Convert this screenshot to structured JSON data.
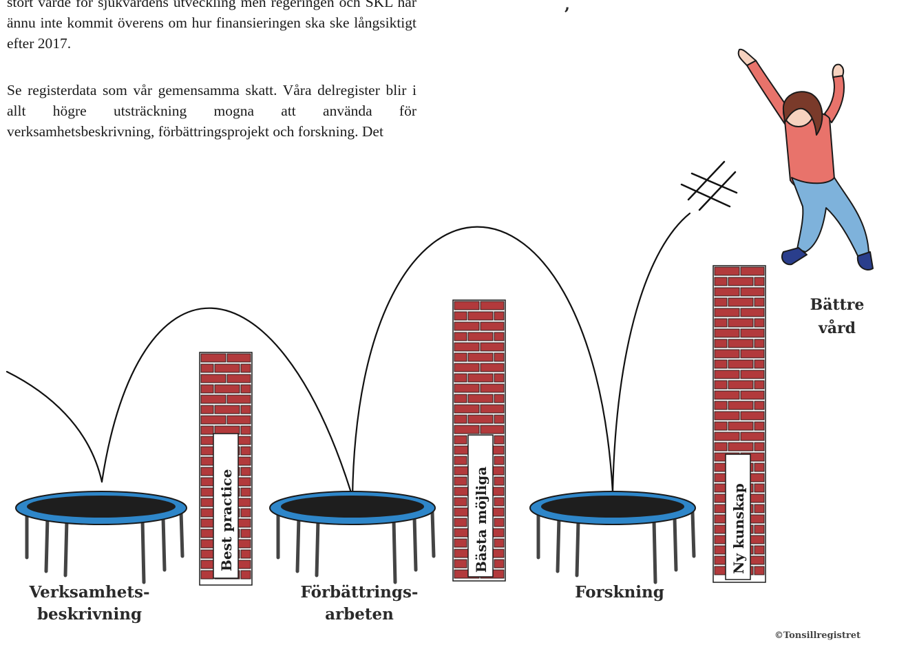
{
  "text": {
    "paragraph1": "stort värde för sjukvårdens utveckling men regeringen och SKL har ännu inte kommit överens om hur finansieringen ska ske långsiktigt efter 2017.",
    "paragraph2": "Se registerdata som vår gemensamma skatt. Våra delregister blir i allt högre utsträckning mogna att använda för verksamhetsbeskrivning, förbättringsprojekt och forskning. Det",
    "fragment": ","
  },
  "illustration": {
    "stages": [
      {
        "line1": "Verksamhets-",
        "line2": "beskrivning"
      },
      {
        "line1": "Förbättrings-",
        "line2": "arbeten"
      },
      {
        "line1": "Forskning",
        "line2": ""
      }
    ],
    "walls": [
      "Best practice",
      "Bästa möjliga",
      "Ny kunskap"
    ],
    "goal": {
      "line1": "Bättre",
      "line2": "vård"
    },
    "credit": "©Tonsillregistret"
  },
  "colors": {
    "brick": "#b23a3c",
    "trampoline_rim": "#2e86c9",
    "shirt": "#e8736b",
    "jeans": "#7eb2db",
    "hair": "#7a3a2a"
  }
}
